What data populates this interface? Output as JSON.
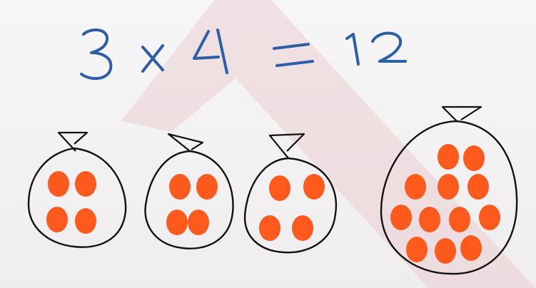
{
  "equation": {
    "text": "3 x 4 = 12",
    "factor_a": "3",
    "operator": "x",
    "factor_b": "4",
    "equals": "=",
    "product": "12"
  },
  "colors": {
    "ink": "#2f5ea8",
    "marker": "#111111",
    "dot": "#ff5a1e",
    "watermark": "#e9c8cc"
  },
  "bags": [
    {
      "dots": 4
    },
    {
      "dots": 4
    },
    {
      "dots": 4
    },
    {
      "dots": 12
    }
  ]
}
